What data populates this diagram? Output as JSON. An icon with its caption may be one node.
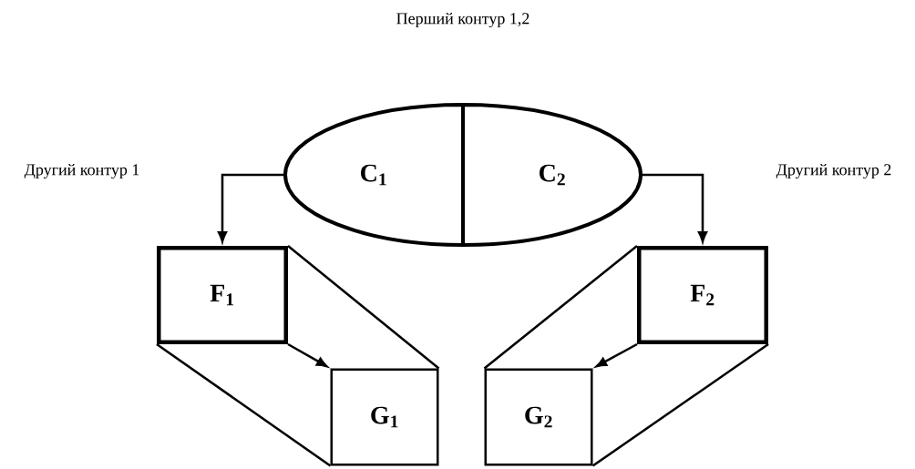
{
  "diagram": {
    "nodes": [
      {
        "text": [
          "C$_{1}$"
        ]
      },
      {
        "text": [
          "C$_{2}$"
        ]
      },
      {
        "text": [
          "F$_{1}$"
        ]
      },
      {
        "text": [
          "F$_{2}$"
        ]
      },
      {
        "text": [
          "G$_{1}$"
        ]
      },
      {
        "text": [
          "G$_{2}$"
        ]
      }
    ],
    "edges": [
      {
        "from": 0,
        "to": 2,
        "arrow": "to"
      },
      {
        "from": 1,
        "to": 3,
        "arrow": "to"
      },
      {
        "from": 2,
        "to": 4,
        "arrow": "to"
      },
      {
        "from": 2,
        "to": 4,
        "arrow": "none"
      },
      {
        "from": 2,
        "to": 4,
        "arrow": "none"
      },
      {
        "from": 3,
        "to": 5,
        "arrow": "to"
      },
      {
        "from": 3,
        "to": 5,
        "arrow": "none"
      },
      {
        "from": 3,
        "to": 5,
        "arrow": "none"
      }
    ],
    "labels": [
      "Перший контур 1,2",
      "Другий контур 1",
      "Другий контур 2"
    ]
  }
}
